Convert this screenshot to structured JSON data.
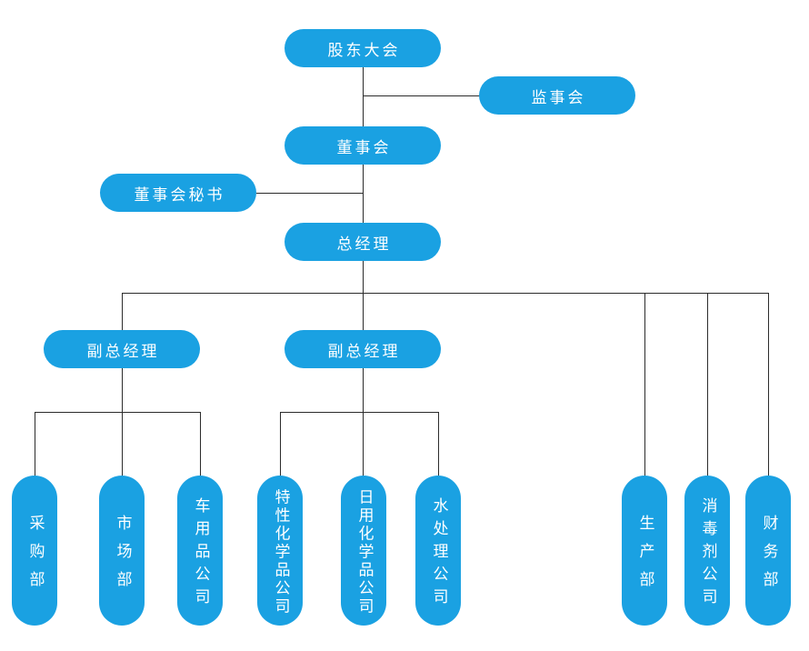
{
  "diagram": {
    "type": "org-chart",
    "colors": {
      "node_fill": "#1aa1e2",
      "node_text": "#ffffff",
      "connector": "#2b2b2b",
      "background": "#ffffff"
    },
    "nodes": {
      "shareholders_meeting": "股东大会",
      "supervisory_board": "监事会",
      "board_of_directors": "董事会",
      "board_secretary": "董事会秘书",
      "general_manager": "总经理",
      "deputy_gm_1": "副总经理",
      "deputy_gm_2": "副总经理",
      "purchasing_dept": "采购部",
      "marketing_dept": "市场部",
      "car_products_company": "车用品公司",
      "specialty_chemicals_company": "特性化学品公司",
      "daily_chemicals_company": "日用化学品公司",
      "water_treatment_company": "水处理公司",
      "production_dept": "生产部",
      "disinfectant_company": "消毒剂公司",
      "finance_dept": "财务部"
    },
    "edges": [
      [
        "shareholders_meeting",
        "supervisory_board"
      ],
      [
        "shareholders_meeting",
        "board_of_directors"
      ],
      [
        "board_of_directors",
        "board_secretary"
      ],
      [
        "board_of_directors",
        "general_manager"
      ],
      [
        "general_manager",
        "deputy_gm_1"
      ],
      [
        "general_manager",
        "deputy_gm_2"
      ],
      [
        "general_manager",
        "production_dept"
      ],
      [
        "general_manager",
        "disinfectant_company"
      ],
      [
        "general_manager",
        "finance_dept"
      ],
      [
        "deputy_gm_1",
        "purchasing_dept"
      ],
      [
        "deputy_gm_1",
        "marketing_dept"
      ],
      [
        "deputy_gm_1",
        "car_products_company"
      ],
      [
        "deputy_gm_2",
        "specialty_chemicals_company"
      ],
      [
        "deputy_gm_2",
        "daily_chemicals_company"
      ],
      [
        "deputy_gm_2",
        "water_treatment_company"
      ]
    ]
  }
}
